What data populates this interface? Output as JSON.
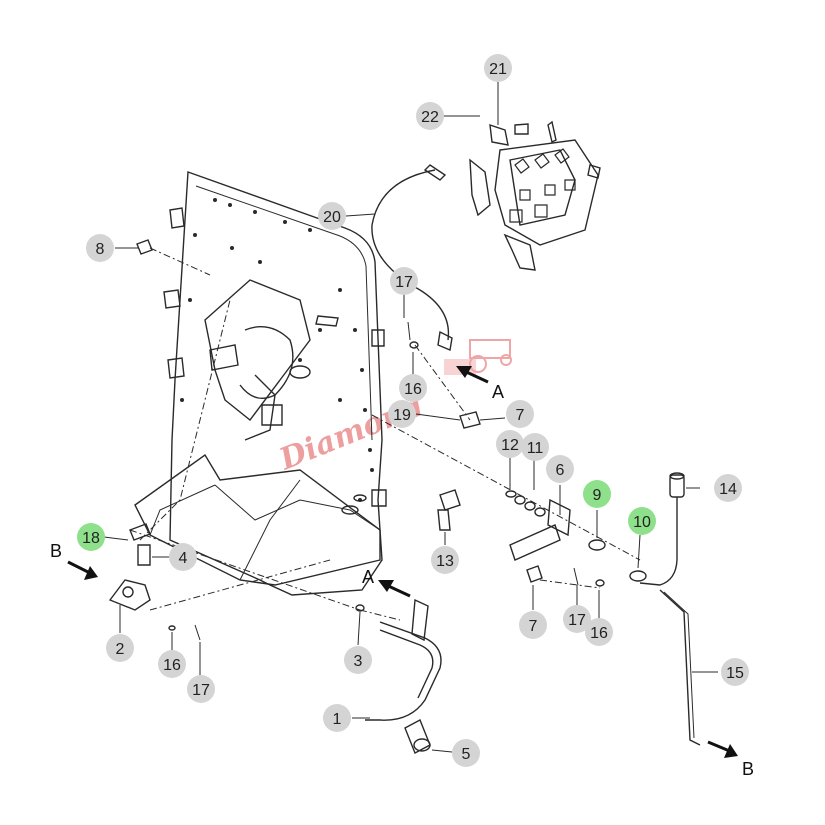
{
  "colors": {
    "callout_gray": "#d4d4d4",
    "callout_green": "#8fe08a",
    "line": "#2a2a2a",
    "watermark": "#e05050"
  },
  "watermark": "Diamond",
  "arrow_labels": [
    "A",
    "B",
    "A",
    "B"
  ],
  "callouts": [
    {
      "id": "c21",
      "text": "21",
      "color": "gray"
    },
    {
      "id": "c22",
      "text": "22",
      "color": "gray"
    },
    {
      "id": "c20",
      "text": "20",
      "color": "gray"
    },
    {
      "id": "c8",
      "text": "8",
      "color": "gray"
    },
    {
      "id": "c17a",
      "text": "17",
      "color": "gray"
    },
    {
      "id": "c16a",
      "text": "16",
      "color": "gray"
    },
    {
      "id": "c19",
      "text": "19",
      "color": "gray"
    },
    {
      "id": "c7a",
      "text": "7",
      "color": "gray"
    },
    {
      "id": "c12",
      "text": "12",
      "color": "gray"
    },
    {
      "id": "c11",
      "text": "11",
      "color": "gray"
    },
    {
      "id": "c6",
      "text": "6",
      "color": "gray"
    },
    {
      "id": "c9",
      "text": "9",
      "color": "green"
    },
    {
      "id": "c14",
      "text": "14",
      "color": "gray"
    },
    {
      "id": "c10",
      "text": "10",
      "color": "green"
    },
    {
      "id": "c13",
      "text": "13",
      "color": "gray"
    },
    {
      "id": "c18",
      "text": "18",
      "color": "green"
    },
    {
      "id": "c4",
      "text": "4",
      "color": "gray"
    },
    {
      "id": "c7b",
      "text": "7",
      "color": "gray"
    },
    {
      "id": "c17b",
      "text": "17",
      "color": "gray"
    },
    {
      "id": "c16b",
      "text": "16",
      "color": "gray"
    },
    {
      "id": "c15",
      "text": "15",
      "color": "gray"
    },
    {
      "id": "c2",
      "text": "2",
      "color": "gray"
    },
    {
      "id": "c16c",
      "text": "16",
      "color": "gray"
    },
    {
      "id": "c17c",
      "text": "17",
      "color": "gray"
    },
    {
      "id": "c3",
      "text": "3",
      "color": "gray"
    },
    {
      "id": "c1",
      "text": "1",
      "color": "gray"
    },
    {
      "id": "c5",
      "text": "5",
      "color": "gray"
    }
  ]
}
